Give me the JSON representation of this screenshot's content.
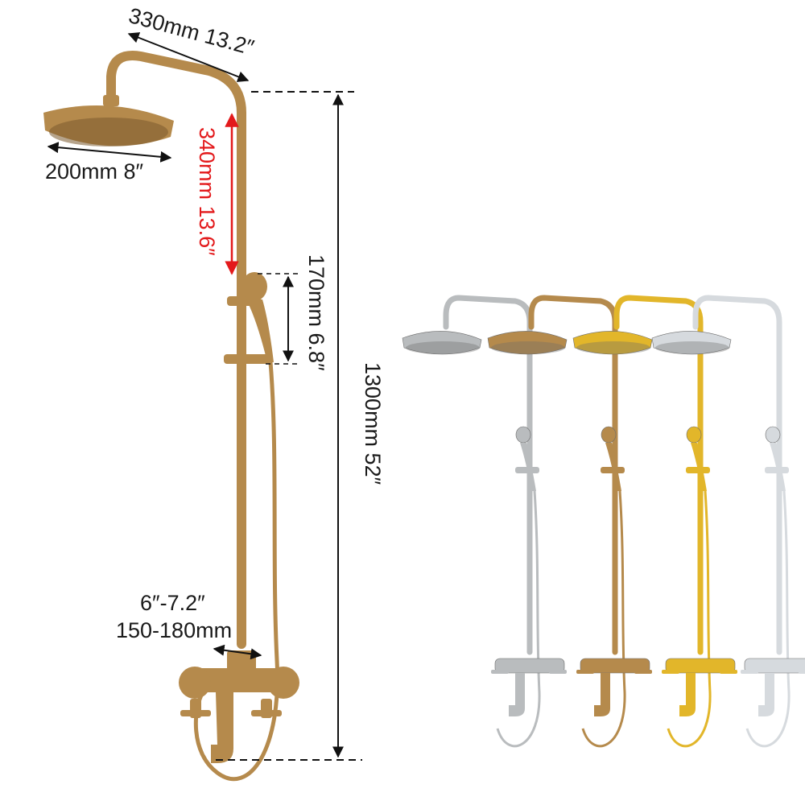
{
  "colors": {
    "antique_brass": "#b58a4c",
    "brushed_nickel": "#b9bcbe",
    "gold": "#e2b62a",
    "chrome": "#d6dade",
    "dimension_line": "#111111",
    "highlight_dimension": "#e3191b"
  },
  "dimensions": {
    "arm_length": "330mm 13.2″",
    "head_diameter": "200mm 8″",
    "head_drop": "340mm 13.6″",
    "holder_span": "170mm 6.8″",
    "total_height": "1300mm 52″",
    "inlet_spacing_in": "6″-7.2″",
    "inlet_spacing_mm": "150-180mm"
  },
  "variants": [
    {
      "finish_color": "#b9bcbe"
    },
    {
      "finish_color": "#b58a4c"
    },
    {
      "finish_color": "#e2b62a"
    },
    {
      "finish_color": "#d6dade"
    }
  ]
}
